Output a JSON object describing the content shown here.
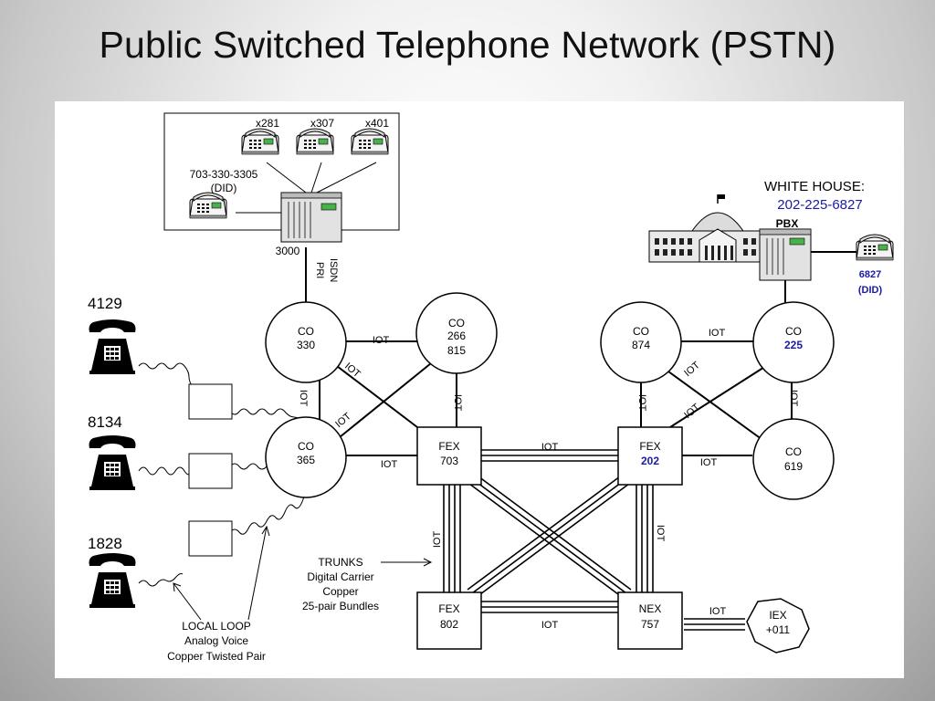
{
  "slide": {
    "title": "Public Switched Telephone Network (PSTN)"
  },
  "diagram": {
    "pbx_box": {
      "extensions": [
        "x281",
        "x307",
        "x401"
      ],
      "did_number": "703-330-3305",
      "did_label": "(DID)",
      "pbx_number": "3000",
      "isdn_label": "ISDN",
      "pri_label": "PRI"
    },
    "white_house": {
      "label": "WHITE HOUSE:",
      "number": "202-225-6827",
      "pbx_label": "PBX",
      "did_number": "6827",
      "did_label": "(DID)"
    },
    "local_phones": [
      "4129",
      "8134",
      "1828"
    ],
    "offices": {
      "co330": [
        "CO",
        "330"
      ],
      "co266": [
        "CO",
        "266",
        "815"
      ],
      "co365": [
        "CO",
        "365"
      ],
      "co874": [
        "CO",
        "874"
      ],
      "co225": [
        "CO",
        "225"
      ],
      "co619": [
        "CO",
        "619"
      ],
      "fex703": [
        "FEX",
        "703"
      ],
      "fex202": [
        "FEX",
        "202"
      ],
      "fex802": [
        "FEX",
        "802"
      ],
      "nex757": [
        "NEX",
        "757"
      ],
      "iex": [
        "IEX",
        "+011"
      ]
    },
    "trunk_label": "IOT",
    "trunks_note": [
      "TRUNKS",
      "Digital Carrier",
      "Copper",
      "25-pair Bundles"
    ],
    "local_loop_note": [
      "LOCAL LOOP",
      "Analog Voice",
      "Copper Twisted Pair"
    ],
    "colors": {
      "highlight_blue": "#1a1aa8",
      "line": "#000000"
    }
  }
}
